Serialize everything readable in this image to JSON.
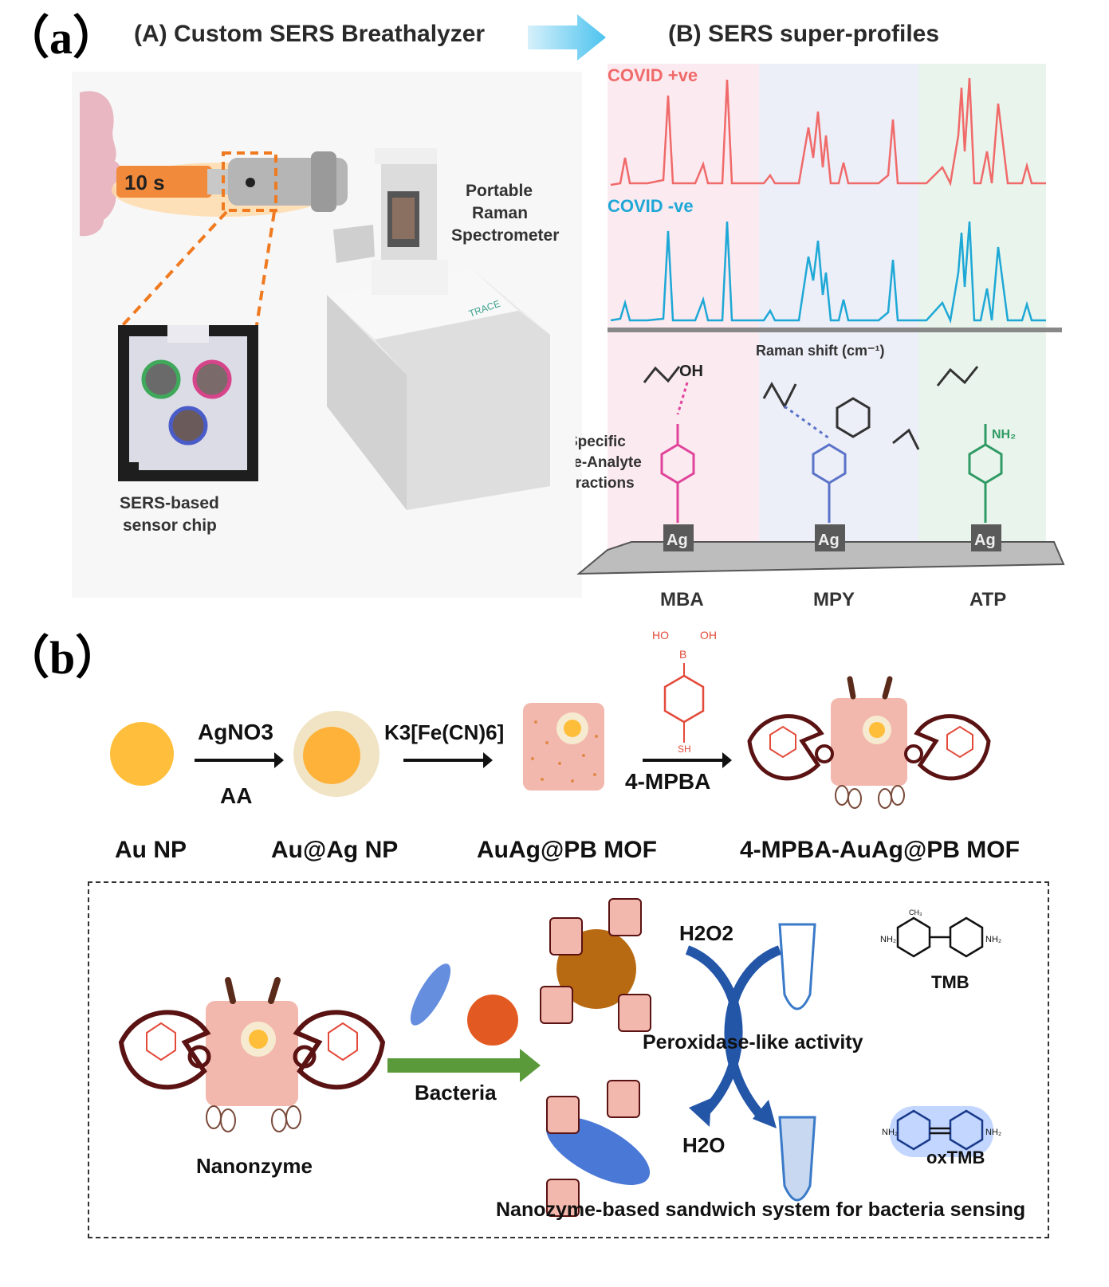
{
  "panel_a": {
    "label": "（a）",
    "header_left": "(A) Custom SERS Breathalyzer",
    "header_right": "(B) SERS super-profiles",
    "breath_time": "10 s",
    "spectrometer_label_1": "Portable",
    "spectrometer_label_2": "Raman",
    "spectrometer_label_3": "Spectrometer",
    "spectrometer_brand": "TRACE",
    "chip_label_1": "SERS-based",
    "chip_label_2": "sensor chip",
    "covid_pos": "COVID +ve",
    "covid_neg": "COVID -ve",
    "raman_axis": "Raman shift (cm⁻¹)",
    "interaction_label_1": "Specific",
    "interaction_label_2": "Probe-Analyte",
    "interaction_label_3": "Interactions",
    "oh_label": "OH",
    "nh2_label": "NH₂",
    "ag_label": "Ag",
    "probes": [
      "MBA",
      "MPY",
      "ATP"
    ],
    "colors": {
      "pos": "#f06a6a",
      "neg": "#1ea8d6",
      "mba": "#e0449a",
      "mpy": "#5a73c8",
      "atp": "#2f9a64"
    }
  },
  "panel_b": {
    "label": "（b）",
    "step1_top": "AgNO3",
    "step1_bottom": "AA",
    "step2_top": "K3[Fe(CN)6]",
    "step3_bottom": "4-MPBA",
    "boronic_ho": "HO",
    "boronic_oh": "OH",
    "boronic_b": "B",
    "thiol_sh": "SH",
    "stage_labels": [
      "Au NP",
      "Au@Ag NP",
      "AuAg@PB MOF",
      "4-MPBA-AuAg@PB MOF"
    ],
    "nanozyme_label": "Nanonzyme",
    "bacteria_label": "Bacteria",
    "h2o2": "H2O2",
    "h2o": "H2O",
    "peroxidase": "Peroxidase-like activity",
    "tmb": "TMB",
    "oxtmb": "oxTMB",
    "ch3": "CH₃",
    "nh2": "NH₂",
    "system_caption": "Nanozyme-based sandwich system for bacteria sensing"
  }
}
